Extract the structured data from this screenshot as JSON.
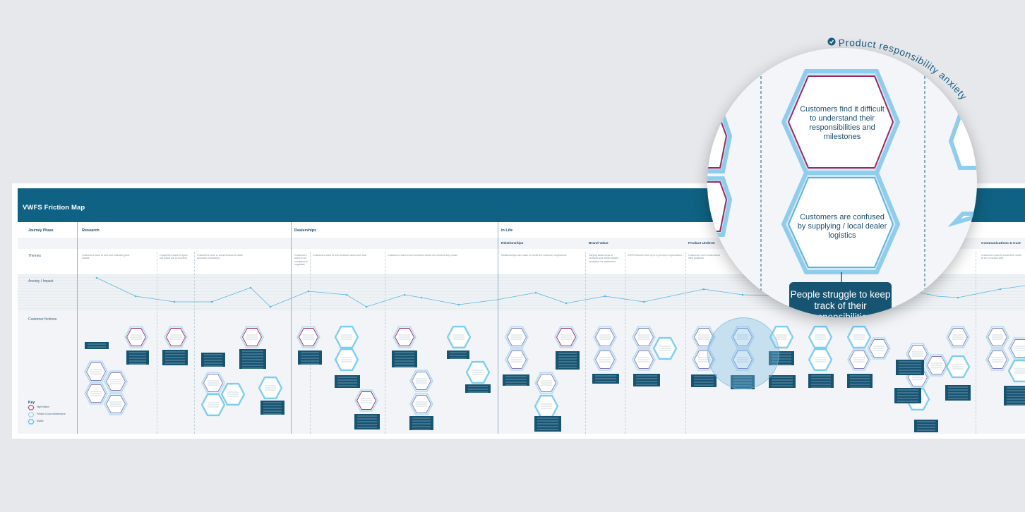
{
  "board": {
    "title": "VWFS Friction Map",
    "rows": {
      "journey_phase": "Journey Phase",
      "themes": "Themes",
      "anxiety": "Anxiety / Impact",
      "frictions": "Customer frictions"
    },
    "phases": [
      "Research",
      "Dealerships",
      "In Life",
      "Communications & Cust"
    ],
    "sub_phases": [
      "Relationships",
      "Brand Value",
      "Product Underst"
    ],
    "themes": [
      "Customers want to find and evaluate good values",
      "Customers want to figure out which car is for them",
      "Customers want to avoid shocks & make accurate predictions",
      "Customers want to be confident to negotiate",
      "Customers want to feel confident about the deal",
      "Customers want to feel confident about the choices they made",
      "Relationships can make or break the customer experience",
      "Varying awareness of vehicles and worth causes confusion for customers",
      "VWFS failed to live up to a premium expectation",
      "Customers don't understand their products",
      "Customers want to know their worth to be in control with"
    ],
    "key": {
      "title": "Key",
      "items": [
        "High friction",
        "Friction & low maintenance",
        "Stable"
      ]
    }
  },
  "colors": {
    "header": "#0f6283",
    "high_friction": "#a3285c",
    "stable": "#6ec6ea",
    "dark_box": "#175472",
    "line": "#5bb6dc"
  },
  "zoom": {
    "arc_label": "Product responsibility anxiety",
    "check_icon": "check-circle-icon",
    "hex_top": "Customers find it difficult to understand their responsibilities and milestones",
    "hex_bottom": "Customers are confused by supplying / local dealer logistics",
    "callout": "People struggle to keep track of their responsibilities"
  }
}
